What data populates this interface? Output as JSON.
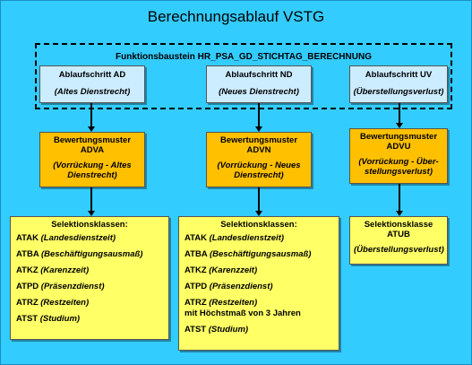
{
  "title": "Berechnungsablauf VSTG",
  "funktionsbaustein": "Funktionsbaustein HR_PSA_GD_STICHTAG_BERECHNUNG",
  "ablaufschritte": [
    {
      "label": "Ablaufschritt AD",
      "sub": "(Altes Dienstrecht)"
    },
    {
      "label": "Ablaufschritt ND",
      "sub": "(Neues Dienstrecht)"
    },
    {
      "label": "Ablaufschritt UV",
      "sub": "(Überstellungsverlust)"
    }
  ],
  "bewertungsmuster": [
    {
      "line1": "Bewertungsmuster",
      "line2": "ADVA",
      "sub1": "(Vorrückung - Altes",
      "sub2": "Dienstrecht)"
    },
    {
      "line1": "Bewertungsmuster",
      "line2": "ADVN",
      "sub1": "(Vorrückung - Neues",
      "sub2": "Dienstrecht)"
    },
    {
      "line1": "Bewertungsmuster",
      "line2": "ADVU",
      "sub1": "(Vorrückung - Über-",
      "sub2": "stellungsverlust)"
    }
  ],
  "selektion": [
    {
      "header": "Selektionsklassen:",
      "rows": [
        {
          "code": "ATAK",
          "desc": "(Landesdienstzeit)"
        },
        {
          "code": "ATBA",
          "desc": "(Beschäftigungsausmaß)"
        },
        {
          "code": "ATKZ",
          "desc": "(Karenzzeit)"
        },
        {
          "code": "ATPD",
          "desc": "(Präsenzdienst)"
        },
        {
          "code": "ATRZ",
          "desc": "(Restzeiten)"
        },
        {
          "code": "ATST",
          "desc": "(Studium)"
        }
      ]
    },
    {
      "header": "Selektionsklassen:",
      "rows": [
        {
          "code": "ATAK",
          "desc": "(Landesdienstzeit)"
        },
        {
          "code": "ATBA",
          "desc": "(Beschäftigungsausmaß)"
        },
        {
          "code": "ATKZ",
          "desc": "(Karenzzeit)"
        },
        {
          "code": "ATPD",
          "desc": "(Präsenzdienst)"
        },
        {
          "code": "ATRZ",
          "desc": "(Restzeiten)",
          "extra": "mit Höchstmaß von 3 Jahren"
        },
        {
          "code": "ATST",
          "desc": "(Studium)"
        }
      ]
    },
    {
      "header1": "Selektionsklasse",
      "header2": "ATUB",
      "desc": "(Überstellungsverlust)"
    }
  ]
}
